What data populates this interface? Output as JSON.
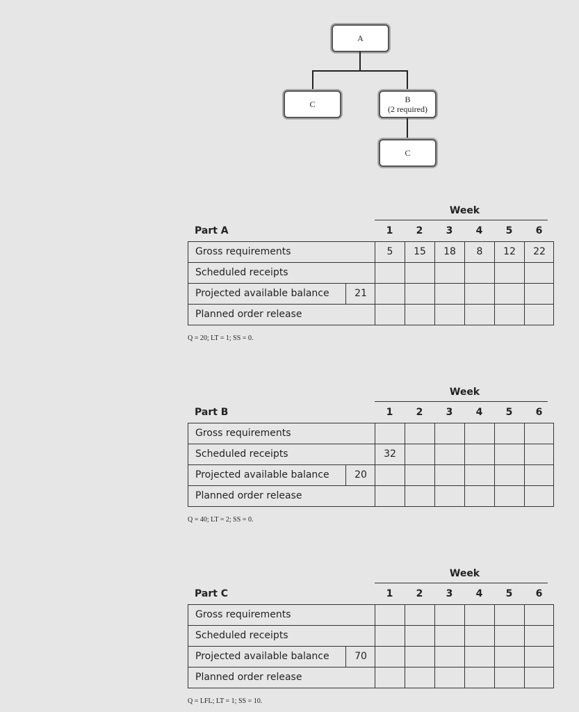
{
  "bom_tree": {
    "root": "A",
    "child_left": "C",
    "child_right_name": "B",
    "child_right_qty": "(2 required)",
    "grandchild": "C"
  },
  "week_label": "Week",
  "weeks": [
    "1",
    "2",
    "3",
    "4",
    "5",
    "6"
  ],
  "row_labels": [
    "Gross requirements",
    "Scheduled receipts",
    "Projected available balance",
    "Planned order release"
  ],
  "parts": [
    {
      "title": "Part A",
      "initial_balance": "21",
      "rows": [
        [
          "5",
          "15",
          "18",
          "8",
          "12",
          "22"
        ],
        [
          "",
          "",
          "",
          "",
          "",
          ""
        ],
        [
          "",
          "",
          "",
          "",
          "",
          ""
        ],
        [
          "",
          "",
          "",
          "",
          "",
          ""
        ]
      ],
      "note": "Q = 20; LT = 1; SS = 0."
    },
    {
      "title": "Part B",
      "initial_balance": "20",
      "rows": [
        [
          "",
          "",
          "",
          "",
          "",
          ""
        ],
        [
          "32",
          "",
          "",
          "",
          "",
          ""
        ],
        [
          "",
          "",
          "",
          "",
          "",
          ""
        ],
        [
          "",
          "",
          "",
          "",
          "",
          ""
        ]
      ],
      "note": "Q = 40; LT = 2; SS = 0."
    },
    {
      "title": "Part C",
      "initial_balance": "70",
      "rows": [
        [
          "",
          "",
          "",
          "",
          "",
          ""
        ],
        [
          "",
          "",
          "",
          "",
          "",
          ""
        ],
        [
          "",
          "",
          "",
          "",
          "",
          ""
        ],
        [
          "",
          "",
          "",
          "",
          "",
          ""
        ]
      ],
      "note": "Q = LFL; LT = 1; SS = 10."
    }
  ]
}
